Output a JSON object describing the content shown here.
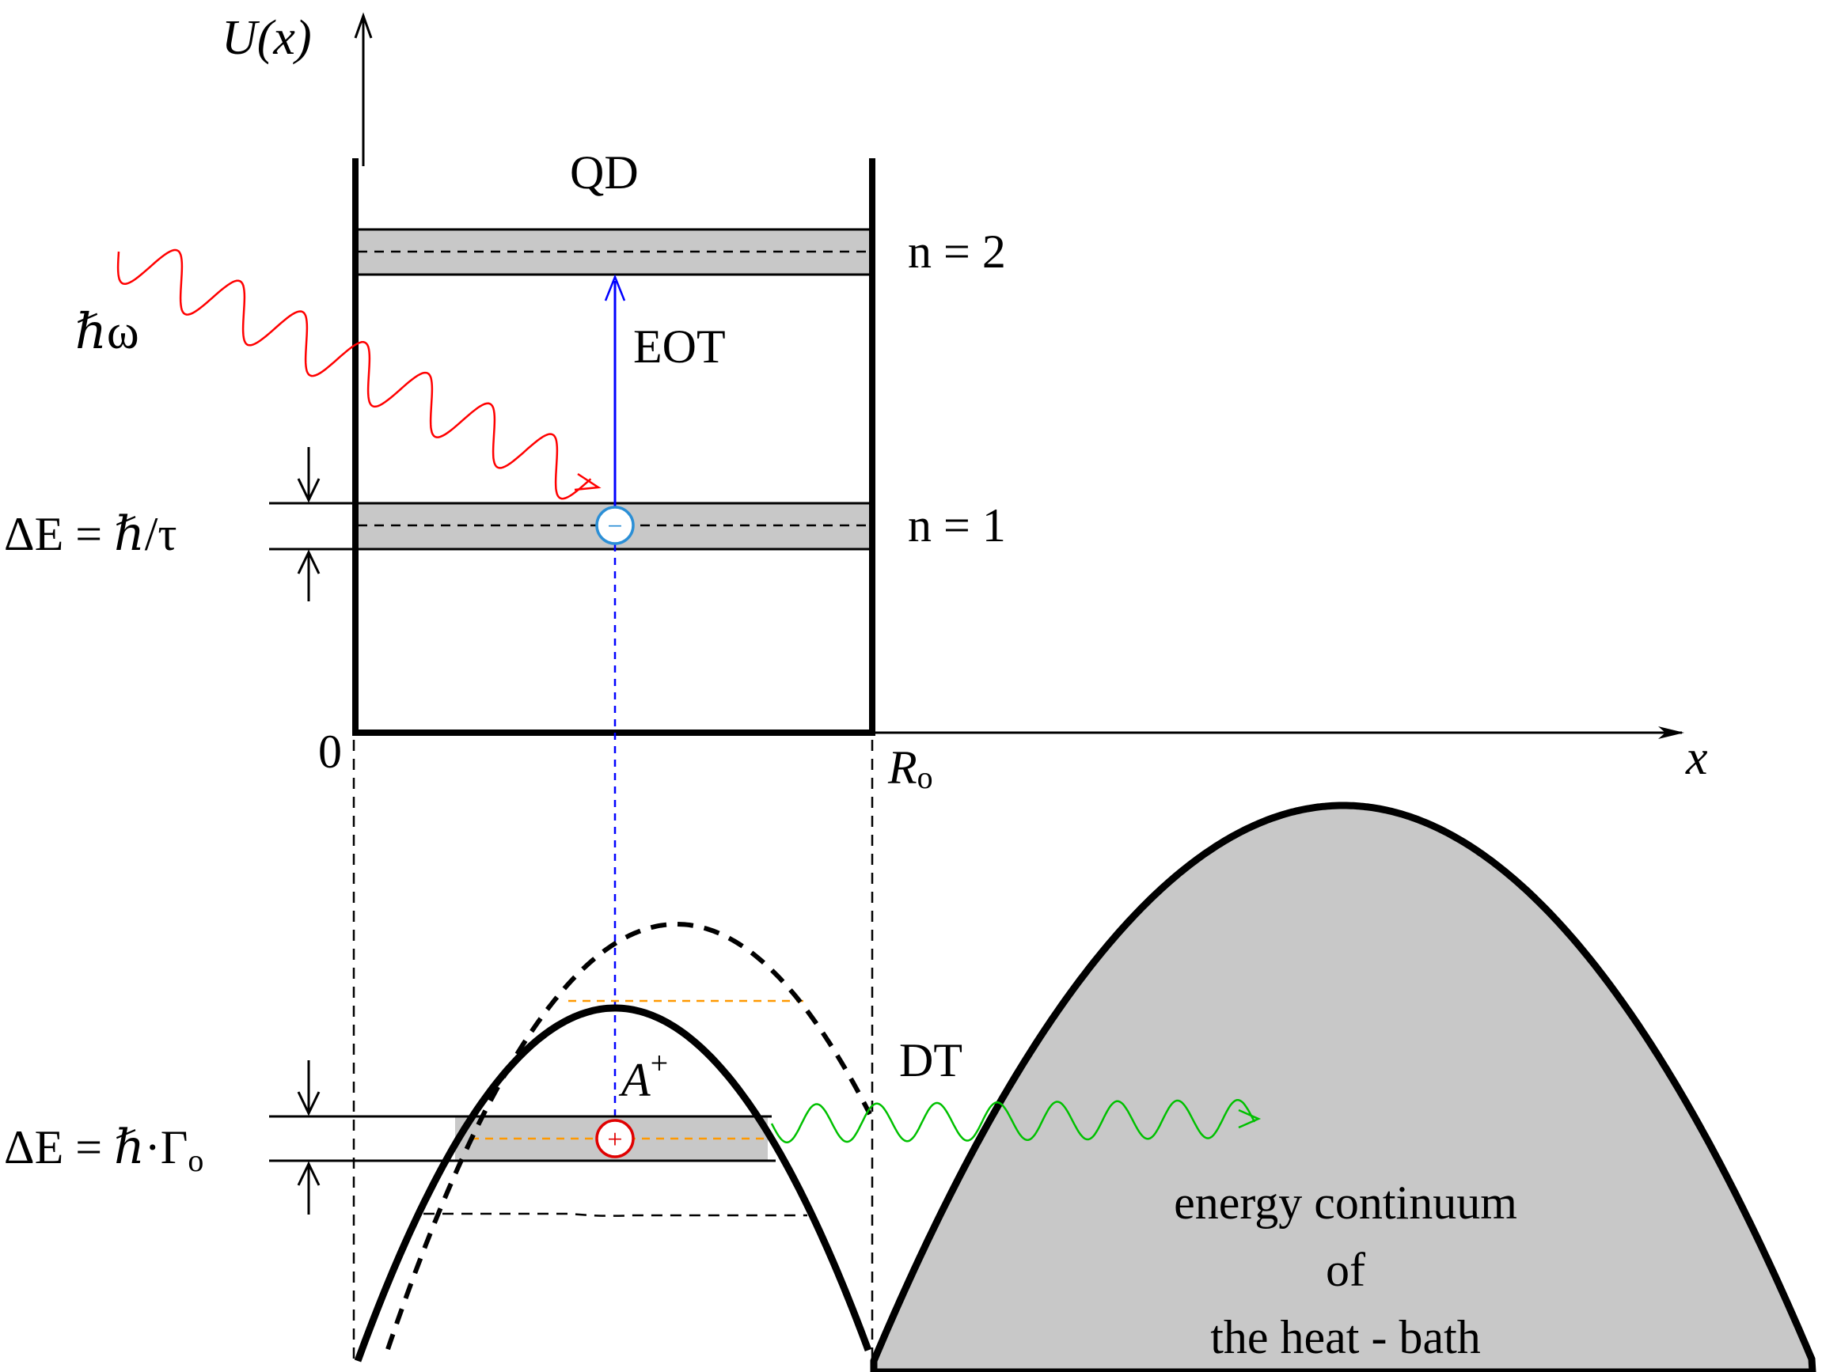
{
  "axes": {
    "y_label": "U(x)",
    "x_label": "x",
    "origin_label": "0",
    "r0_label": "R",
    "r0_subscript": "o"
  },
  "qd": {
    "title": "QD",
    "level2_label": "n = 2",
    "level1_label": "n = 1",
    "transition_label": "EOT",
    "photon_label": "ℏω",
    "width_label": "ΔE = ℏ/τ",
    "electron_symbol": "−"
  },
  "impurity": {
    "label": "A",
    "label_superscript": "+",
    "hole_symbol": "+",
    "transition_label": "DT",
    "width_label_main": "ΔE = ℏ·Γ",
    "width_label_subscript": "o"
  },
  "bath": {
    "line1": "energy continuum",
    "line2": "of",
    "line3": "the heat - bath"
  },
  "colors": {
    "band_fill": "#c8c8c8",
    "photon": "#ff0000",
    "eot_arrow": "#0000ff",
    "electron": "#2b8fd6",
    "hole": "#e00000",
    "dt_wave": "#00c000",
    "orange_level": "#ff9900"
  }
}
